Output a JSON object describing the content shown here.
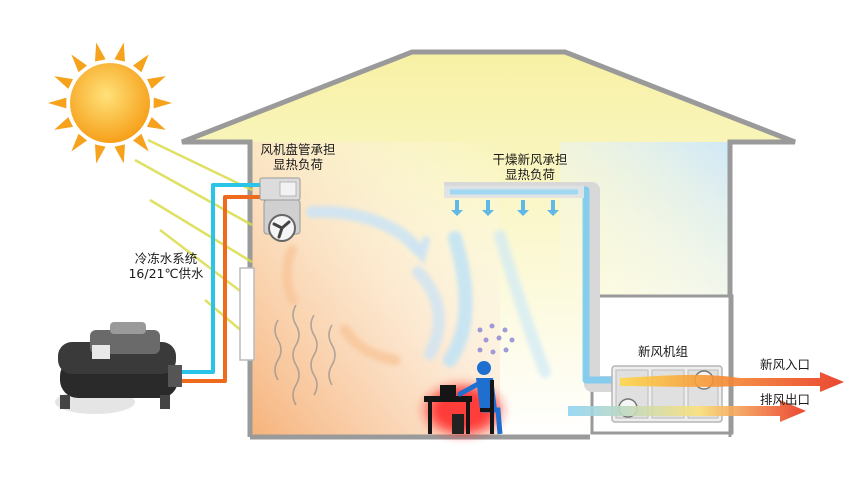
{
  "labels": {
    "fan_coil_line1": "风机盘管承担",
    "fan_coil_line2": "显热负荷",
    "dry_air_line1": "干燥新风承担",
    "dry_air_line2": "显热负荷",
    "chiller_line1": "冷冻水系统",
    "chiller_line2": "16/21℃供水",
    "fresh_air_unit": "新风机组",
    "fresh_air_inlet": "新风入口",
    "exhaust_outlet": "排风出口"
  },
  "icons": {
    "sun": "sun-icon",
    "chiller": "chiller-icon",
    "fan_coil": "fan-coil-icon",
    "diffuser": "air-diffuser-icon",
    "person": "person-at-desk-icon",
    "fan": "fan-icon"
  },
  "colors": {
    "supply_water": "#29c4e8",
    "return_water": "#ee6a1c",
    "cool_air": "#7ccbf0",
    "warm_air": "#f5a25a",
    "heat_glow": "#ff2a2a",
    "person": "#1f6fd0",
    "sun": "#f7a21c",
    "roof": "#f6f0a6"
  }
}
